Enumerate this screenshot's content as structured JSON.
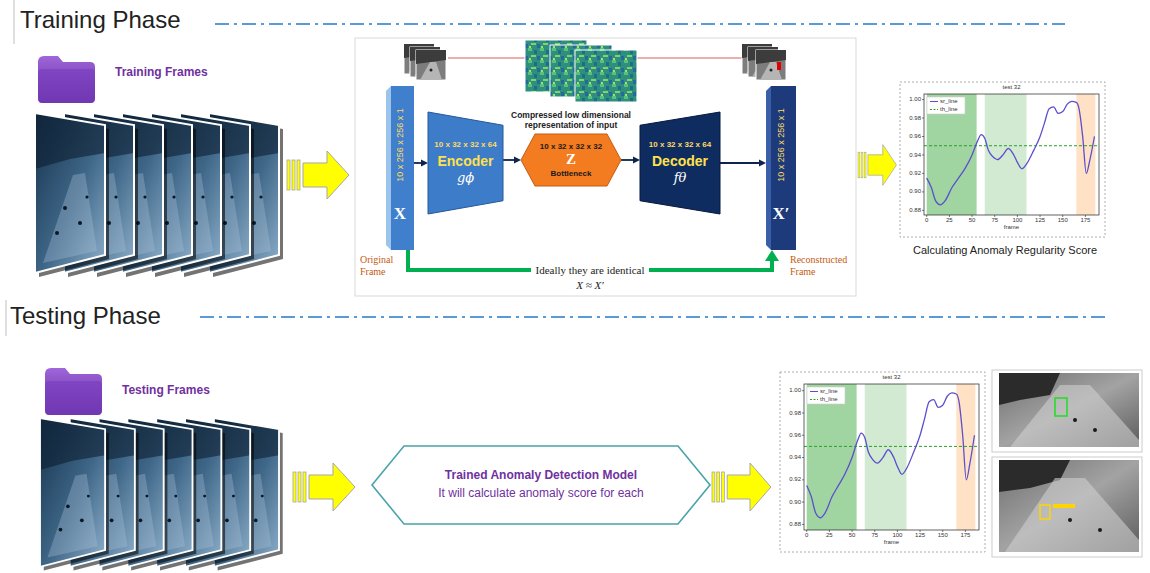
{
  "diagram": {
    "nodes": [
      {
        "text": [
          "10 x 256 x 256 x 1",
          "X"
        ]
      },
      {
        "text": [
          "10 x 32 x 32 x 64",
          "Encoder",
          "gϕ"
        ]
      },
      {
        "text": [
          "Compressed low dimensional representation of input",
          "10 x 32 x 32 x 32",
          "Z",
          "Bottleneck"
        ]
      },
      {
        "text": [
          "10 x 32 x 32 x 64",
          "Decoder",
          "fθ"
        ]
      },
      {
        "text": [
          "10 x 256 x 256 x 1",
          "X′"
        ]
      },
      {
        "text": [
          "Trained Anomaly Detection Model",
          "It will calculate anomaly score for each"
        ]
      }
    ],
    "edges": [
      {
        "from": 0,
        "to": 1,
        "arrow": "to"
      },
      {
        "from": 1,
        "to": 2,
        "arrow": "to"
      },
      {
        "from": 2,
        "to": 3,
        "arrow": "to"
      },
      {
        "from": 3,
        "to": 4,
        "arrow": "to"
      },
      {
        "from": 0,
        "to": 4,
        "arrow": "to",
        "label": "Ideally they are identical"
      }
    ],
    "labels": [
      "Training Phase",
      "Training Frames",
      "Original Frame",
      "X ≈ X′",
      "Reconstructed Frame",
      "test 32",
      "1.00",
      "0.98",
      "0.96",
      "0.94",
      "0.92",
      "0.90",
      "0.88",
      "0",
      "25",
      "50",
      "75",
      "100",
      "125",
      "150",
      "175",
      "frame",
      "Calculating Anomaly Regularity Score",
      "Testing Phase",
      "Testing Frames",
      "test 32",
      "1.00",
      "0.98",
      "0.96",
      "0.94",
      "0.92",
      "0.90",
      "0.88",
      "0",
      "25",
      "50",
      "75",
      "100",
      "125",
      "150",
      "175",
      "frame"
    ],
    "legend": [
      {
        "text": "sr_line"
      },
      {
        "text": "th_line"
      },
      {
        "text": "sr_line"
      },
      {
        "text": "th_line"
      }
    ]
  }
}
